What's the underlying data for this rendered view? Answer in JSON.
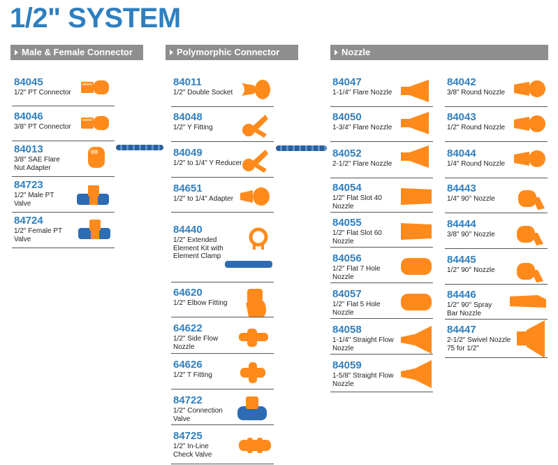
{
  "title": "1/2\" SYSTEM",
  "colors": {
    "accent": "#2f7fbf",
    "header_bg": "#8e8e8e",
    "part_orange": "#ff8a1c",
    "part_blue": "#2d6cb5"
  },
  "sections": {
    "male_female": {
      "header": "Male & Female Connector",
      "items": [
        {
          "code": "84045",
          "desc": "1/2\" PT Connector",
          "icon": "hex-connector-icon"
        },
        {
          "code": "84046",
          "desc": "3/8\" PT Connector",
          "icon": "hex-connector-icon"
        },
        {
          "code": "84013",
          "desc": "3/8\" SAE Flare Nut Adapter",
          "icon": "flare-nut-adapter-icon"
        },
        {
          "code": "84723",
          "desc": "1/2\" Male PT Valve",
          "icon": "valve-icon"
        },
        {
          "code": "84724",
          "desc": "1/2\" Female PT Valve",
          "icon": "valve-icon"
        }
      ]
    },
    "polymorphic": {
      "header": "Polymorphic Connector",
      "items": [
        {
          "code": "84011",
          "desc": "1/2\" Double Socket",
          "icon": "double-socket-icon"
        },
        {
          "code": "84048",
          "desc": "1/2\" Y Fitting",
          "icon": "y-fitting-icon"
        },
        {
          "code": "84049",
          "desc": "1/2\" to 1/4\" Y Reducer",
          "icon": "y-reducer-icon"
        },
        {
          "code": "84651",
          "desc": "1/2\" to 1/4\" Adapter",
          "icon": "adapter-icon"
        },
        {
          "code": "84440",
          "desc": "1/2\" Extended Element Kit with Element Clamp",
          "icon": "element-kit-icon"
        },
        {
          "code": "64620",
          "desc": "1/2\" Elbow Fitting",
          "icon": "elbow-fitting-icon"
        },
        {
          "code": "64622",
          "desc": "1/2\" Side Flow Nozzle",
          "icon": "side-flow-nozzle-icon"
        },
        {
          "code": "64626",
          "desc": "1/2\" T Fitting",
          "icon": "t-fitting-icon"
        },
        {
          "code": "84722",
          "desc": "1/2\" Connection Valve",
          "icon": "connection-valve-icon"
        },
        {
          "code": "84725",
          "desc": "1/2\" In-Line Check Valve",
          "icon": "check-valve-icon"
        }
      ]
    },
    "nozzle": {
      "header": "Nozzle",
      "left_items": [
        {
          "code": "84047",
          "desc": "1-1/4\" Flare Nozzle",
          "icon": "flare-nozzle-icon"
        },
        {
          "code": "84050",
          "desc": "1-3/4\" Flare Nozzle",
          "icon": "flare-nozzle-icon"
        },
        {
          "code": "84052",
          "desc": "2-1/2\" Flare Nozzle",
          "icon": "flare-nozzle-icon"
        },
        {
          "code": "84054",
          "desc": "1/2\" Flat Slot 40 Nozzle",
          "icon": "flat-slot-nozzle-icon"
        },
        {
          "code": "84055",
          "desc": "1/2\" Flat Slot 60 Nozzle",
          "icon": "flat-slot-nozzle-icon"
        },
        {
          "code": "84056",
          "desc": "1/2\" Flat 7 Hole Nozzle",
          "icon": "flat-hole-nozzle-icon"
        },
        {
          "code": "84057",
          "desc": "1/2\" Flat 5 Hole Nozzle",
          "icon": "flat-hole-nozzle-icon"
        },
        {
          "code": "84058",
          "desc": "1-1/4\" Straight Flow Nozzle",
          "icon": "straight-flow-nozzle-icon"
        },
        {
          "code": "84059",
          "desc": "1-5/8\" Straight Flow Nozzle",
          "icon": "straight-flow-nozzle-icon"
        }
      ],
      "right_items": [
        {
          "code": "84042",
          "desc": "3/8\" Round Nozzle",
          "icon": "round-nozzle-icon"
        },
        {
          "code": "84043",
          "desc": "1/2\" Round Nozzle",
          "icon": "round-nozzle-icon"
        },
        {
          "code": "84044",
          "desc": "1/4\" Round Nozzle",
          "icon": "round-nozzle-icon"
        },
        {
          "code": "84443",
          "desc": "1/4\" 90° Nozzle",
          "icon": "angled-nozzle-icon"
        },
        {
          "code": "84444",
          "desc": "3/8\" 90° Nozzle",
          "icon": "angled-nozzle-icon"
        },
        {
          "code": "84445",
          "desc": "1/2\" 90° Nozzle",
          "icon": "angled-nozzle-icon"
        },
        {
          "code": "84446",
          "desc": "1/2\" 90° Spray Bar Nozzle",
          "icon": "spray-bar-nozzle-icon"
        },
        {
          "code": "84447",
          "desc": "2-1/2\" Swivel Nozzle 75 for 1/2\"",
          "icon": "swivel-nozzle-icon"
        }
      ]
    }
  }
}
